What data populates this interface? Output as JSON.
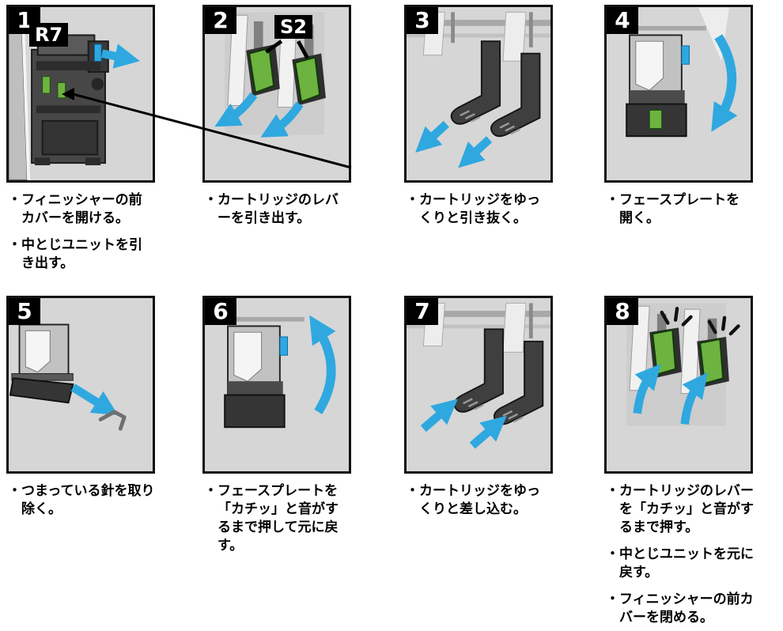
{
  "colors": {
    "panel_bg": "#d6d6d6",
    "arrow_blue": "#2fa8e0",
    "lever_green": "#6db33f",
    "badge_bg": "#000000",
    "badge_text": "#ffffff"
  },
  "steps": [
    {
      "number": "1",
      "part_label": "R7",
      "captions": [
        "・フィニッシャーの前カバーを開ける。",
        "・中とじユニットを引き出す。"
      ]
    },
    {
      "number": "2",
      "part_label": "S2",
      "captions": [
        "・カートリッジのレバーを引き出す。"
      ]
    },
    {
      "number": "3",
      "captions": [
        "・カートリッジをゆっくりと引き抜く。"
      ]
    },
    {
      "number": "4",
      "captions": [
        "・フェースプレートを開く。"
      ]
    },
    {
      "number": "5",
      "captions": [
        "・つまっている針を取り除く。"
      ]
    },
    {
      "number": "6",
      "captions": [
        "・フェースプレートを「カチッ」と音がするまで押して元に戻す。"
      ]
    },
    {
      "number": "7",
      "captions": [
        "・カートリッジをゆっくりと差し込む。"
      ]
    },
    {
      "number": "8",
      "captions": [
        "・カートリッジのレバーを「カチッ」と音がするまで押す。",
        "・中とじユニットを元に戻す。",
        "・フィニッシャーの前カバーを閉める。"
      ]
    }
  ]
}
